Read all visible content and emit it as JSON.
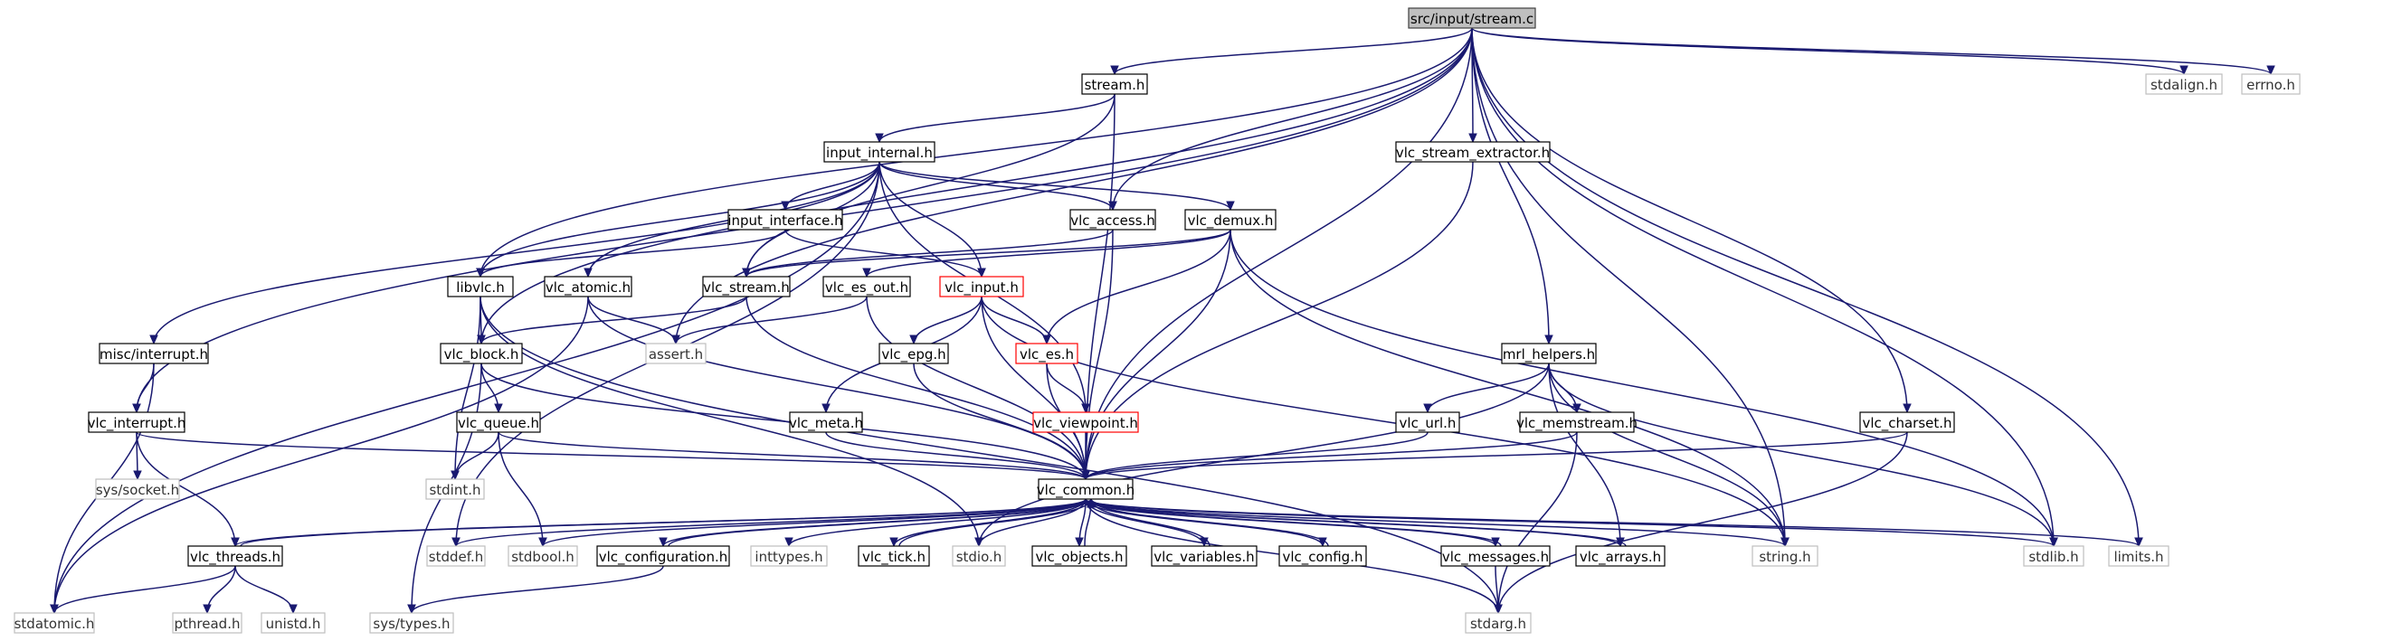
{
  "diagram": {
    "colors": {
      "edge": "#191970",
      "current_fill": "#bfbfbf",
      "local_border": "#000000",
      "system_border": "#bfbfbf",
      "warning_border": "#ff0000"
    },
    "nodes": [
      {
        "id": "stream_c",
        "label": "src/input/stream.c",
        "kind": "current"
      },
      {
        "id": "stream_h",
        "label": "stream.h",
        "kind": "local"
      },
      {
        "id": "input_internal_h",
        "label": "input_internal.h",
        "kind": "local"
      },
      {
        "id": "vlc_stream_extractor_h",
        "label": "vlc_stream_extractor.h",
        "kind": "local"
      },
      {
        "id": "input_interface_h",
        "label": "input_interface.h",
        "kind": "local"
      },
      {
        "id": "vlc_access_h",
        "label": "vlc_access.h",
        "kind": "local"
      },
      {
        "id": "vlc_demux_h",
        "label": "vlc_demux.h",
        "kind": "local"
      },
      {
        "id": "libvlc_h",
        "label": "libvlc.h",
        "kind": "local"
      },
      {
        "id": "vlc_atomic_h",
        "label": "vlc_atomic.h",
        "kind": "local"
      },
      {
        "id": "vlc_stream_h",
        "label": "vlc_stream.h",
        "kind": "local"
      },
      {
        "id": "vlc_es_out_h",
        "label": "vlc_es_out.h",
        "kind": "local"
      },
      {
        "id": "vlc_input_h",
        "label": "vlc_input.h",
        "kind": "red"
      },
      {
        "id": "misc_interrupt_h",
        "label": "misc/interrupt.h",
        "kind": "local"
      },
      {
        "id": "vlc_block_h",
        "label": "vlc_block.h",
        "kind": "local"
      },
      {
        "id": "assert_h",
        "label": "assert.h",
        "kind": "system"
      },
      {
        "id": "vlc_epg_h",
        "label": "vlc_epg.h",
        "kind": "local"
      },
      {
        "id": "vlc_es_h",
        "label": "vlc_es.h",
        "kind": "red"
      },
      {
        "id": "mrl_helpers_h",
        "label": "mrl_helpers.h",
        "kind": "local"
      },
      {
        "id": "vlc_interrupt_h",
        "label": "vlc_interrupt.h",
        "kind": "local"
      },
      {
        "id": "vlc_queue_h",
        "label": "vlc_queue.h",
        "kind": "local"
      },
      {
        "id": "vlc_meta_h",
        "label": "vlc_meta.h",
        "kind": "local"
      },
      {
        "id": "vlc_viewpoint_h",
        "label": "vlc_viewpoint.h",
        "kind": "red"
      },
      {
        "id": "vlc_url_h",
        "label": "vlc_url.h",
        "kind": "local"
      },
      {
        "id": "vlc_memstream_h",
        "label": "vlc_memstream.h",
        "kind": "local"
      },
      {
        "id": "vlc_charset_h",
        "label": "vlc_charset.h",
        "kind": "local"
      },
      {
        "id": "sys_socket_h",
        "label": "sys/socket.h",
        "kind": "system"
      },
      {
        "id": "stdint_h",
        "label": "stdint.h",
        "kind": "system"
      },
      {
        "id": "vlc_common_h",
        "label": "vlc_common.h",
        "kind": "local"
      },
      {
        "id": "vlc_threads_h",
        "label": "vlc_threads.h",
        "kind": "local"
      },
      {
        "id": "stddef_h",
        "label": "stddef.h",
        "kind": "system"
      },
      {
        "id": "stdbool_h",
        "label": "stdbool.h",
        "kind": "system"
      },
      {
        "id": "vlc_configuration_h",
        "label": "vlc_configuration.h",
        "kind": "local"
      },
      {
        "id": "inttypes_h",
        "label": "inttypes.h",
        "kind": "system"
      },
      {
        "id": "vlc_tick_h",
        "label": "vlc_tick.h",
        "kind": "local"
      },
      {
        "id": "stdio_h",
        "label": "stdio.h",
        "kind": "system"
      },
      {
        "id": "vlc_objects_h",
        "label": "vlc_objects.h",
        "kind": "local"
      },
      {
        "id": "vlc_variables_h",
        "label": "vlc_variables.h",
        "kind": "local"
      },
      {
        "id": "vlc_config_h",
        "label": "vlc_config.h",
        "kind": "local"
      },
      {
        "id": "vlc_messages_h",
        "label": "vlc_messages.h",
        "kind": "local"
      },
      {
        "id": "vlc_arrays_h",
        "label": "vlc_arrays.h",
        "kind": "local"
      },
      {
        "id": "string_h",
        "label": "string.h",
        "kind": "system"
      },
      {
        "id": "stdlib_h",
        "label": "stdlib.h",
        "kind": "system"
      },
      {
        "id": "limits_h",
        "label": "limits.h",
        "kind": "system"
      },
      {
        "id": "stdatomic_h",
        "label": "stdatomic.h",
        "kind": "system"
      },
      {
        "id": "pthread_h",
        "label": "pthread.h",
        "kind": "system"
      },
      {
        "id": "unistd_h",
        "label": "unistd.h",
        "kind": "system"
      },
      {
        "id": "sys_types_h",
        "label": "sys/types.h",
        "kind": "system"
      },
      {
        "id": "stdarg_h",
        "label": "stdarg.h",
        "kind": "system"
      },
      {
        "id": "stdalign_h",
        "label": "stdalign.h",
        "kind": "system"
      },
      {
        "id": "errno_h",
        "label": "errno.h",
        "kind": "system"
      }
    ],
    "edges": [
      [
        "stream_c",
        "stream_h"
      ],
      [
        "stream_c",
        "vlc_stream_extractor_h"
      ],
      [
        "stream_c",
        "mrl_helpers_h"
      ],
      [
        "stream_c",
        "vlc_charset_h"
      ],
      [
        "stream_c",
        "vlc_common_h"
      ],
      [
        "stream_c",
        "vlc_access_h"
      ],
      [
        "stream_c",
        "libvlc_h"
      ],
      [
        "stream_c",
        "vlc_block_h"
      ],
      [
        "stream_c",
        "vlc_interrupt_h"
      ],
      [
        "stream_c",
        "assert_h"
      ],
      [
        "stream_c",
        "string_h"
      ],
      [
        "stream_c",
        "stdlib_h"
      ],
      [
        "stream_c",
        "limits_h"
      ],
      [
        "stream_c",
        "stdalign_h"
      ],
      [
        "stream_c",
        "errno_h"
      ],
      [
        "stream_h",
        "input_internal_h"
      ],
      [
        "stream_h",
        "vlc_common_h"
      ],
      [
        "stream_h",
        "vlc_stream_h"
      ],
      [
        "input_internal_h",
        "input_interface_h"
      ],
      [
        "input_internal_h",
        "vlc_access_h"
      ],
      [
        "input_internal_h",
        "vlc_demux_h"
      ],
      [
        "input_internal_h",
        "libvlc_h"
      ],
      [
        "input_internal_h",
        "vlc_atomic_h"
      ],
      [
        "input_internal_h",
        "vlc_input_h"
      ],
      [
        "input_internal_h",
        "misc_interrupt_h"
      ],
      [
        "input_internal_h",
        "vlc_viewpoint_h"
      ],
      [
        "input_internal_h",
        "stdatomic_h"
      ],
      [
        "input_internal_h",
        "stddef_h"
      ],
      [
        "input_internal_h",
        "vlc_stream_h"
      ],
      [
        "input_interface_h",
        "libvlc_h"
      ],
      [
        "input_interface_h",
        "vlc_input_h"
      ],
      [
        "vlc_access_h",
        "vlc_stream_h"
      ],
      [
        "vlc_access_h",
        "vlc_common_h"
      ],
      [
        "vlc_demux_h",
        "vlc_stream_h"
      ],
      [
        "vlc_demux_h",
        "vlc_es_out_h"
      ],
      [
        "vlc_demux_h",
        "vlc_es_h"
      ],
      [
        "vlc_demux_h",
        "vlc_common_h"
      ],
      [
        "vlc_demux_h",
        "string_h"
      ],
      [
        "vlc_demux_h",
        "stdlib_h"
      ],
      [
        "vlc_stream_extractor_h",
        "vlc_common_h"
      ],
      [
        "libvlc_h",
        "vlc_block_h"
      ],
      [
        "libvlc_h",
        "stdint_h"
      ],
      [
        "libvlc_h",
        "stdio_h"
      ],
      [
        "libvlc_h",
        "stdarg_h"
      ],
      [
        "vlc_atomic_h",
        "assert_h"
      ],
      [
        "vlc_atomic_h",
        "stdatomic_h"
      ],
      [
        "vlc_atomic_h",
        "vlc_common_h"
      ],
      [
        "vlc_stream_h",
        "vlc_block_h"
      ],
      [
        "vlc_stream_h",
        "vlc_common_h"
      ],
      [
        "vlc_es_out_h",
        "assert_h"
      ],
      [
        "vlc_es_out_h",
        "vlc_common_h"
      ],
      [
        "vlc_input_h",
        "vlc_meta_h"
      ],
      [
        "vlc_input_h",
        "vlc_epg_h"
      ],
      [
        "vlc_input_h",
        "vlc_es_h"
      ],
      [
        "vlc_input_h",
        "vlc_common_h"
      ],
      [
        "vlc_input_h",
        "string_h"
      ],
      [
        "misc_interrupt_h",
        "vlc_interrupt_h"
      ],
      [
        "misc_interrupt_h",
        "stdatomic_h"
      ],
      [
        "vlc_block_h",
        "vlc_queue_h"
      ],
      [
        "vlc_block_h",
        "sys_types_h"
      ],
      [
        "vlc_block_h",
        "vlc_common_h"
      ],
      [
        "vlc_epg_h",
        "vlc_common_h"
      ],
      [
        "vlc_es_h",
        "vlc_viewpoint_h"
      ],
      [
        "vlc_es_h",
        "vlc_common_h"
      ],
      [
        "vlc_viewpoint_h",
        "vlc_common_h"
      ],
      [
        "vlc_meta_h",
        "vlc_common_h"
      ],
      [
        "mrl_helpers_h",
        "vlc_url_h"
      ],
      [
        "mrl_helpers_h",
        "vlc_memstream_h"
      ],
      [
        "mrl_helpers_h",
        "vlc_arrays_h"
      ],
      [
        "mrl_helpers_h",
        "string_h"
      ],
      [
        "mrl_helpers_h",
        "stdlib_h"
      ],
      [
        "mrl_helpers_h",
        "stdio_h"
      ],
      [
        "vlc_url_h",
        "vlc_common_h"
      ],
      [
        "vlc_memstream_h",
        "vlc_common_h"
      ],
      [
        "vlc_memstream_h",
        "stdarg_h"
      ],
      [
        "vlc_charset_h",
        "vlc_common_h"
      ],
      [
        "vlc_charset_h",
        "stdarg_h"
      ],
      [
        "vlc_interrupt_h",
        "sys_socket_h"
      ],
      [
        "vlc_interrupt_h",
        "vlc_threads_h"
      ],
      [
        "vlc_interrupt_h",
        "vlc_common_h"
      ],
      [
        "vlc_queue_h",
        "stdint_h"
      ],
      [
        "vlc_queue_h",
        "stdbool_h"
      ],
      [
        "vlc_queue_h",
        "vlc_common_h"
      ],
      [
        "vlc_common_h",
        "vlc_threads_h"
      ],
      [
        "vlc_common_h",
        "stddef_h"
      ],
      [
        "vlc_common_h",
        "stdbool_h"
      ],
      [
        "vlc_common_h",
        "vlc_configuration_h"
      ],
      [
        "vlc_common_h",
        "inttypes_h"
      ],
      [
        "vlc_common_h",
        "vlc_tick_h"
      ],
      [
        "vlc_common_h",
        "stdio_h"
      ],
      [
        "vlc_common_h",
        "vlc_objects_h"
      ],
      [
        "vlc_common_h",
        "vlc_variables_h"
      ],
      [
        "vlc_common_h",
        "vlc_config_h"
      ],
      [
        "vlc_common_h",
        "vlc_messages_h"
      ],
      [
        "vlc_common_h",
        "vlc_arrays_h"
      ],
      [
        "vlc_common_h",
        "string_h"
      ],
      [
        "vlc_common_h",
        "stdlib_h"
      ],
      [
        "vlc_common_h",
        "limits_h"
      ],
      [
        "vlc_common_h",
        "stdarg_h"
      ],
      [
        "vlc_threads_h",
        "vlc_common_h"
      ],
      [
        "vlc_threads_h",
        "stdatomic_h"
      ],
      [
        "vlc_threads_h",
        "pthread_h"
      ],
      [
        "vlc_threads_h",
        "unistd_h"
      ],
      [
        "vlc_configuration_h",
        "vlc_common_h"
      ],
      [
        "vlc_configuration_h",
        "sys_types_h"
      ],
      [
        "vlc_tick_h",
        "vlc_common_h"
      ],
      [
        "vlc_objects_h",
        "vlc_common_h"
      ],
      [
        "vlc_variables_h",
        "vlc_common_h"
      ],
      [
        "vlc_config_h",
        "vlc_common_h"
      ],
      [
        "vlc_messages_h",
        "vlc_common_h"
      ],
      [
        "vlc_messages_h",
        "stdarg_h"
      ],
      [
        "vlc_arrays_h",
        "vlc_common_h"
      ]
    ]
  }
}
